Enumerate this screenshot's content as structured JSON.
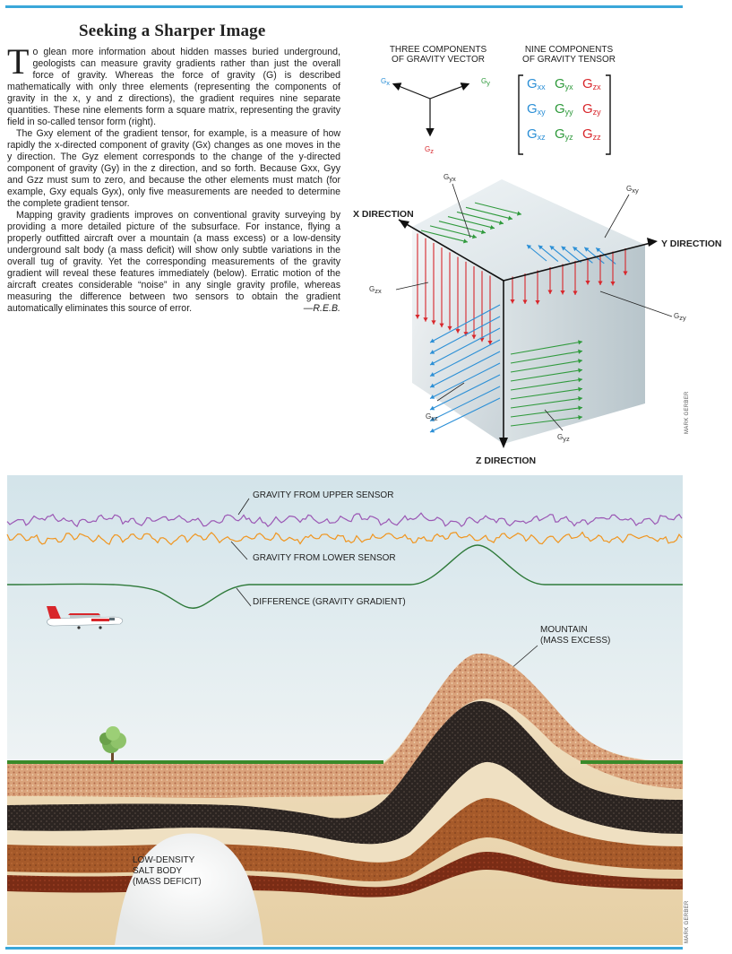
{
  "title": "Seeking a Sharper Image",
  "dropcap": "T",
  "paragraphs": {
    "p1_rest": "o glean more information about hidden masses buried underground, geologists can measure gravity gradients rather than just the overall force of gravity. Whereas the force of gravity (G) is described mathematically with only three elements (representing the components of gravity in the x, y and z directions), the gradient requires nine separate quantities. These nine elements form a square matrix, representing the gravity field in so-called tensor form (right).",
    "p2": "The Gxy element of the gradient tensor, for example, is a measure of how rapidly the x-directed component of gravity (Gx) changes as one moves in the y direction. The Gyz element corresponds to the change of the y-directed component of gravity (Gy) in the z direction, and so forth. Because Gxx, Gyy and Gzz must sum to zero, and because the other elements must match (for example, Gxy equals Gyx), only five measurements are needed to determine the complete gradient tensor.",
    "p3": "Mapping gravity gradients improves on conventional gravity surveying by providing a more detailed picture of the subsurface. For instance, flying a properly outfitted aircraft over a mountain (a mass excess) or a low-density underground salt body (a mass deficit) will show only subtle variations in the overall tug of gravity. Yet the corresponding measurements of the gravity gradient will reveal these features immediately (below). Erratic motion of the aircraft creates considerable “noise” in any single gravity profile, whereas measuring the difference between two sensors to obtain the gradient automatically eliminates this source of error.",
    "signature": "—R.E.B."
  },
  "vector": {
    "heading_line1": "THREE COMPONENTS",
    "heading_line2": "OF GRAVITY VECTOR",
    "gx": "G",
    "gx_sub": "x",
    "gy": "G",
    "gy_sub": "y",
    "gz": "G",
    "gz_sub": "z"
  },
  "tensor": {
    "heading_line1": "NINE COMPONENTS",
    "heading_line2": "OF GRAVITY TENSOR",
    "cells": [
      {
        "g": "G",
        "sub": "xx",
        "color": "#2b8fd6"
      },
      {
        "g": "G",
        "sub": "yx",
        "color": "#2f9a3c"
      },
      {
        "g": "G",
        "sub": "zx",
        "color": "#d8262b"
      },
      {
        "g": "G",
        "sub": "xy",
        "color": "#2b8fd6"
      },
      {
        "g": "G",
        "sub": "yy",
        "color": "#2f9a3c"
      },
      {
        "g": "G",
        "sub": "zy",
        "color": "#d8262b"
      },
      {
        "g": "G",
        "sub": "xz",
        "color": "#2b8fd6"
      },
      {
        "g": "G",
        "sub": "yz",
        "color": "#2f9a3c"
      },
      {
        "g": "G",
        "sub": "zz",
        "color": "#d8262b"
      }
    ]
  },
  "cube": {
    "x_direction": "X DIRECTION",
    "y_direction": "Y DIRECTION",
    "z_direction": "Z DIRECTION",
    "gyx": "G",
    "gyx_sub": "yx",
    "gxy": "G",
    "gxy_sub": "xy",
    "gzx": "G",
    "gzx_sub": "zx",
    "gzy": "G",
    "gzy_sub": "zy",
    "gxz": "G",
    "gxz_sub": "xz",
    "gyz": "G",
    "gyz_sub": "yz"
  },
  "profile": {
    "upper_sensor": "GRAVITY FROM UPPER SENSOR",
    "lower_sensor": "GRAVITY FROM LOWER SENSOR",
    "difference": "DIFFERENCE (GRAVITY GRADIENT)",
    "mountain_line1": "MOUNTAIN",
    "mountain_line2": "(MASS EXCESS)",
    "salt_line1": "LOW-DENSITY",
    "salt_line2": "SALT BODY",
    "salt_line3": "(MASS DEFICIT)"
  },
  "credits": {
    "top": "MARK GERBER",
    "bottom": "MARK GERBER"
  },
  "colors": {
    "accent_rule": "#3aa7d9",
    "x_blue": "#2b8fd6",
    "y_green": "#2f9a3c",
    "z_red": "#d8262b",
    "upper_wave": "#9b57b4",
    "lower_wave": "#f0951e",
    "gradient_line": "#2f7a3a",
    "sky": "#dbe8ee"
  }
}
